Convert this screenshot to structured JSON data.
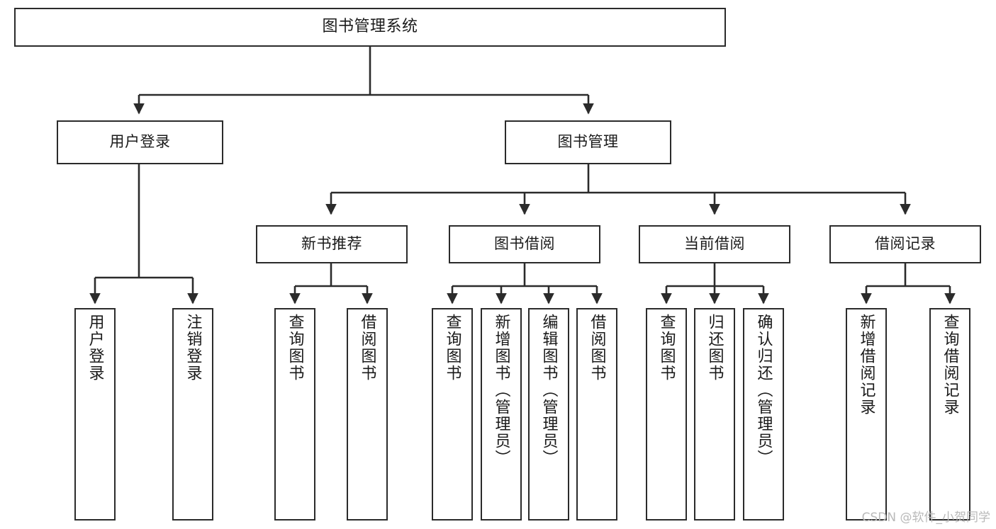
{
  "diagram": {
    "type": "tree-hierarchy-chart",
    "title": "图书管理系统",
    "watermark": "CSDN @软件_小贺同学",
    "colors": {
      "box_border": "#2b2b2b",
      "box_fill": "#ffffff",
      "connector": "#2b2b2b",
      "text": "#1a1a1a",
      "watermark": "#b9b9b9"
    },
    "root": {
      "id": "root",
      "label": "图书管理系统"
    },
    "level2": [
      {
        "id": "user-login",
        "label": "用户登录"
      },
      {
        "id": "book-management",
        "label": "图书管理"
      }
    ],
    "level3": [
      {
        "id": "new-book-recommend",
        "label": "新书推荐",
        "parent": "book-management"
      },
      {
        "id": "book-borrow",
        "label": "图书借阅",
        "parent": "book-management"
      },
      {
        "id": "current-borrow",
        "label": "当前借阅",
        "parent": "book-management"
      },
      {
        "id": "borrow-record",
        "label": "借阅记录",
        "parent": "book-management"
      }
    ],
    "leaves": [
      {
        "id": "leaf-user-login",
        "label": "用户登录",
        "parent": "user-login"
      },
      {
        "id": "leaf-logout-login",
        "label": "注销登录",
        "parent": "user-login"
      },
      {
        "id": "leaf-query-book-1",
        "label": "查询图书",
        "parent": "new-book-recommend"
      },
      {
        "id": "leaf-borrow-book-1",
        "label": "借阅图书",
        "parent": "new-book-recommend"
      },
      {
        "id": "leaf-query-book-2",
        "label": "查询图书",
        "parent": "book-borrow"
      },
      {
        "id": "leaf-add-book",
        "label": "新增图书（管理员）",
        "parent": "book-borrow"
      },
      {
        "id": "leaf-edit-book",
        "label": "编辑图书（管理员）",
        "parent": "book-borrow"
      },
      {
        "id": "leaf-borrow-book-2",
        "label": "借阅图书",
        "parent": "book-borrow"
      },
      {
        "id": "leaf-query-book-3",
        "label": "查询图书",
        "parent": "current-borrow"
      },
      {
        "id": "leaf-return-book",
        "label": "归还图书",
        "parent": "current-borrow"
      },
      {
        "id": "leaf-confirm-return",
        "label": "确认归还（管理员）",
        "parent": "current-borrow"
      },
      {
        "id": "leaf-add-record",
        "label": "新增借阅记录",
        "parent": "borrow-record"
      },
      {
        "id": "leaf-query-record",
        "label": "查询借阅记录",
        "parent": "borrow-record"
      }
    ]
  }
}
